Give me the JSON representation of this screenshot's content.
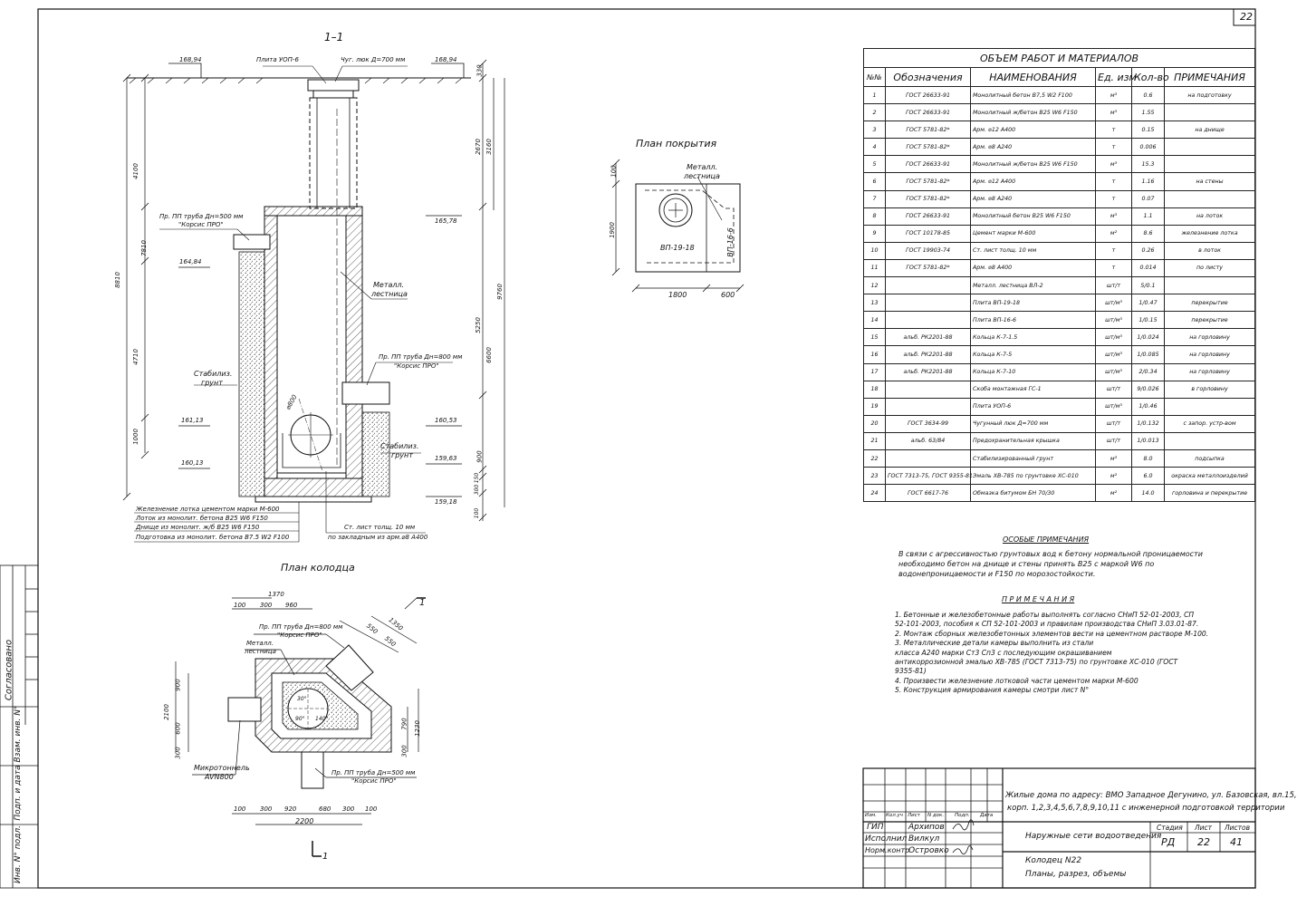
{
  "sheet": {
    "number": "22"
  },
  "section_1_1": {
    "title": "1–1",
    "labels": {
      "plate": "Плита УОП-6",
      "hatch": "Чуг. люк Д=700 мм",
      "pipe_in": "Пр. ПП труба Дн=500 мм",
      "pipe_in_brand": "\"Корсис ПРО\"",
      "pipe_out": "Пр. ПП труба Дн=800 мм",
      "pipe_out_brand": "\"Корсис ПРО\"",
      "ladder_1": "Металл.",
      "ladder_2": "лестница",
      "soil_l1": "Стабилиз.",
      "soil_l2": "грунт",
      "soil_r1": "Стабилиз.",
      "soil_r2": "грунт",
      "diam": "⌀800",
      "sheet_1": "Ст. лист толщ. 10 мм",
      "sheet_2": "по закладным из арм.⌀8 А400"
    },
    "elevations": [
      "168,94",
      "168,94",
      "165,78",
      "164,84",
      "161,13",
      "160,13",
      "160,53",
      "159,63",
      "159,18"
    ],
    "dims_left": [
      "4100",
      "8810",
      "7810",
      "4710",
      "1000"
    ],
    "dims_right": [
      "330",
      "2670",
      "3160",
      "9760",
      "5250",
      "6600",
      "900",
      "150",
      "300",
      "100"
    ],
    "legend": [
      "Железнение лотка цементом марки М-600",
      "Лоток из монолит. бетона В25 W6 F150",
      "Днище из монолит. ж/б В25 W6 F150",
      "Подготовка из монолит. бетона В7.5 W2 F100"
    ]
  },
  "cover_plan": {
    "title": "План покрытия",
    "ladder_1": "Металл.",
    "ladder_2": "лестница",
    "slab_a": "ВП-19-18",
    "slab_b": "ВП-16-6",
    "dims": [
      "100",
      "1900",
      "1800",
      "600"
    ]
  },
  "well_plan": {
    "title": "План колодца",
    "pipe_top": "Пр. ПП труба Дн=800 мм",
    "pipe_top_brand": "\"Корсис ПРО\"",
    "ladder_1": "Металл.",
    "ladder_2": "лестница",
    "micro_1": "Микротоннель",
    "micro_2": "AVN800",
    "pipe_bottom": "Пр. ПП труба Дн=500 мм",
    "pipe_bottom_brand": "\"Корсис ПРО\"",
    "angles": [
      "30°",
      "90°",
      "140°"
    ],
    "dims_top": [
      "1370",
      "100",
      "300",
      "960",
      "1350",
      "550",
      "550"
    ],
    "dims_bottom": [
      "100",
      "300",
      "920",
      "680",
      "300",
      "100",
      "2200"
    ],
    "dims_left": [
      "2100",
      "900",
      "600",
      "300"
    ],
    "dims_right": [
      "790",
      "1230",
      "300"
    ],
    "cut_mark": "1"
  },
  "materials": {
    "title": "ОБЪЕМ РАБОТ И МАТЕРИАЛОВ",
    "headers": [
      "№№",
      "Обозначения",
      "НАИМЕНОВАНИЯ",
      "Ед. изм",
      "Кол-во",
      "ПРИМЕЧАНИЯ"
    ],
    "rows": [
      [
        "1",
        "ГОСТ 26633-91",
        "Монолитный бетон В7,5 W2 F100",
        "м³",
        "0.6",
        "на подготовку"
      ],
      [
        "2",
        "ГОСТ 26633-91",
        "Монолитный ж/бетон В25 W6 F150",
        "м³",
        "1.55",
        ""
      ],
      [
        "3",
        "ГОСТ 5781-82*",
        "Арм. ⌀12 А400",
        "т",
        "0.15",
        "на днище"
      ],
      [
        "4",
        "ГОСТ 5781-82*",
        "Арм. ⌀8 А240",
        "т",
        "0.006",
        ""
      ],
      [
        "5",
        "ГОСТ 26633-91",
        "Монолитный ж/бетон В25 W6 F150",
        "м³",
        "15.3",
        ""
      ],
      [
        "6",
        "ГОСТ 5781-82*",
        "Арм. ⌀12 А400",
        "т",
        "1.16",
        "на стены"
      ],
      [
        "7",
        "ГОСТ 5781-82*",
        "Арм. ⌀8 А240",
        "т",
        "0.07",
        ""
      ],
      [
        "8",
        "ГОСТ 26633-91",
        "Монолитный бетон В25 W6 F150",
        "м³",
        "1.1",
        "на лоток"
      ],
      [
        "9",
        "ГОСТ 10178-85",
        "Цемент марки М-600",
        "м²",
        "8.6",
        "железнение лотка"
      ],
      [
        "10",
        "ГОСТ 19903-74",
        "Ст. лист толщ. 10 мм",
        "т",
        "0.26",
        "в лоток"
      ],
      [
        "11",
        "ГОСТ 5781-82*",
        "Арм. ⌀8 А400",
        "т",
        "0.014",
        "по листу"
      ],
      [
        "12",
        "",
        "Металл. лестница ВЛ-2",
        "шт/т",
        "5/0.1",
        ""
      ],
      [
        "13",
        "",
        "Плита ВП-19-18",
        "шт/м³",
        "1/0.47",
        "перекрытие"
      ],
      [
        "14",
        "",
        "Плита ВП-16-6",
        "шт/м³",
        "1/0.15",
        "перекрытие"
      ],
      [
        "15",
        "альб. РК2201-88",
        "Кольца К-7-1.5",
        "шт/м³",
        "1/0.024",
        "на горловину"
      ],
      [
        "16",
        "альб. РК2201-88",
        "Кольца К-7-5",
        "шт/м³",
        "1/0.085",
        "на горловину"
      ],
      [
        "17",
        "альб. РК2201-88",
        "Кольца К-7-10",
        "шт/м³",
        "2/0.34",
        "на горловину"
      ],
      [
        "18",
        "",
        "Скоба монтажная ГС-1",
        "шт/т",
        "9/0.026",
        "в горловину"
      ],
      [
        "19",
        "",
        "Плита УОП-6",
        "шт/м³",
        "1/0.46",
        ""
      ],
      [
        "20",
        "ГОСТ 3634-99",
        "Чугунный люк Д=700 мм",
        "шт/т",
        "1/0.132",
        "с запор. устр-вом"
      ],
      [
        "21",
        "альб. 63/84",
        "Предохранительная крышка",
        "шт/т",
        "1/0.013",
        ""
      ],
      [
        "22",
        "",
        "Стабилизированный грунт",
        "м³",
        "8.0",
        "подсыпка"
      ],
      [
        "23",
        "ГОСТ 7313-75, ГОСТ 9355-81",
        "Эмаль ХВ-785 по грунтовке ХС-010",
        "м²",
        "6.0",
        "окраска металлоизделий"
      ],
      [
        "24",
        "ГОСТ 6617-76",
        "Обмазка битумом БН 70/30",
        "м²",
        "14.0",
        "горловина и перекрытие"
      ]
    ]
  },
  "special_notes": {
    "title": "ОСОБЫЕ ПРИМЕЧАНИЯ",
    "lines": [
      "В связи с агрессивностью грунтовых вод к бетону нормальной проницаемости",
      "необходимо бетон на днище и стены принять В25 с маркой W6 по",
      "водонепроницаемости и F150 по морозостойкости."
    ]
  },
  "notes": {
    "title": "П Р И М Е Ч А Н И Я",
    "lines": [
      "1. Бетонные и железобетонные работы выполнять согласно СНиП 52-01-2003, СП",
      "52-101-2003, пособия к СП 52-101-2003 и правилам производства СНиП 3.03.01-87.",
      "2. Монтаж сборных железобетонных элементов вести на цементном растворе М-100.",
      "3. Металлические детали камеры выполнить из стали",
      "класса А240 марки Ст3 Сп3 с последующим окрашиванием",
      "антикоррозионной эмалью ХВ-785 (ГОСТ 7313-75) по грунтовке ХС-010 (ГОСТ",
      "9355-81)",
      "4. Произвести железнение лотковой части цементом марки М-600",
      "5. Конструкция армирования камеры смотри лист N°"
    ]
  },
  "side_stamp": {
    "agreed": "Согласовано",
    "inv_replace": "Взам. инв. N°",
    "sign_date": "Подп. и дата",
    "inv_orig": "Инв. N° подл."
  },
  "title_block": {
    "project_1": "Жилые дома по адресу: ВМО Западное Дегунино, ул. Базовская, вл.15,",
    "project_2": "корп. 1,2,3,4,5,6,7,8,9,10,11 с инженерной подготовкой территории",
    "col_headers": [
      "Изм.",
      "Кол.уч",
      "Лист",
      "N док.",
      "Подп.",
      "Дата"
    ],
    "roles": [
      "ГИП",
      "Исполнил",
      "Норм.контр"
    ],
    "names": [
      "Архипов",
      "Вилкул",
      "Островко"
    ],
    "section": "Наружные сети водоотведения",
    "stage_h": "Стадия",
    "sheet_h": "Лист",
    "sheets_h": "Листов",
    "stage": "РД",
    "sheet": "22",
    "sheets": "41",
    "drawing_1": "Колодец N22",
    "drawing_2": "Планы, разрез, объемы"
  }
}
